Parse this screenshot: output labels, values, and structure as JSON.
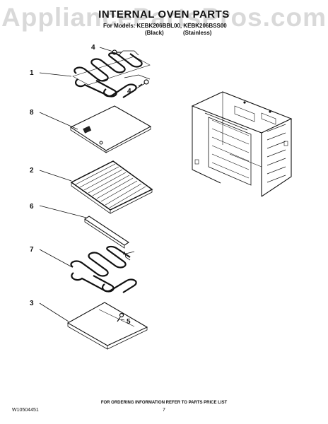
{
  "watermark": "AppliancePartsPros.com",
  "header": {
    "title": "INTERNAL OVEN PARTS",
    "models_line": "For Models: KEBK206BBL00, KEBK206BSS00",
    "finish_black": "(Black)",
    "finish_stainless": "(Stainless)"
  },
  "callouts": [
    "4",
    "4",
    "1",
    "8",
    "2",
    "6",
    "7",
    "3",
    "5"
  ],
  "footer": {
    "ordering_note": "FOR ORDERING INFORMATION REFER TO PARTS PRICE LIST",
    "doc_number": "W10504451",
    "page_number": "7"
  }
}
